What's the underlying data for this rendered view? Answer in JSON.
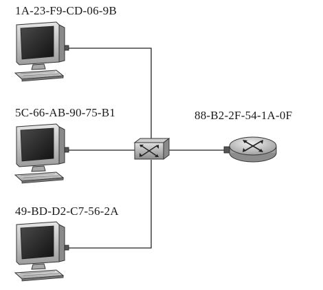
{
  "hosts": [
    {
      "mac": "1A-23-F9-CD-06-9B"
    },
    {
      "mac": "5C-66-AB-90-75-B1"
    },
    {
      "mac": "49-BD-D2-C7-56-2A"
    }
  ],
  "router": {
    "mac": "88-B2-2F-54-1A-0F"
  },
  "colors": {
    "line": "#222222",
    "device_light": "#d9d9d9",
    "device_mid": "#9a9a9a",
    "device_dark": "#3a3a3a"
  },
  "icons": {
    "host": "desktop-computer-icon",
    "switch": "switch-icon",
    "router": "router-icon"
  }
}
